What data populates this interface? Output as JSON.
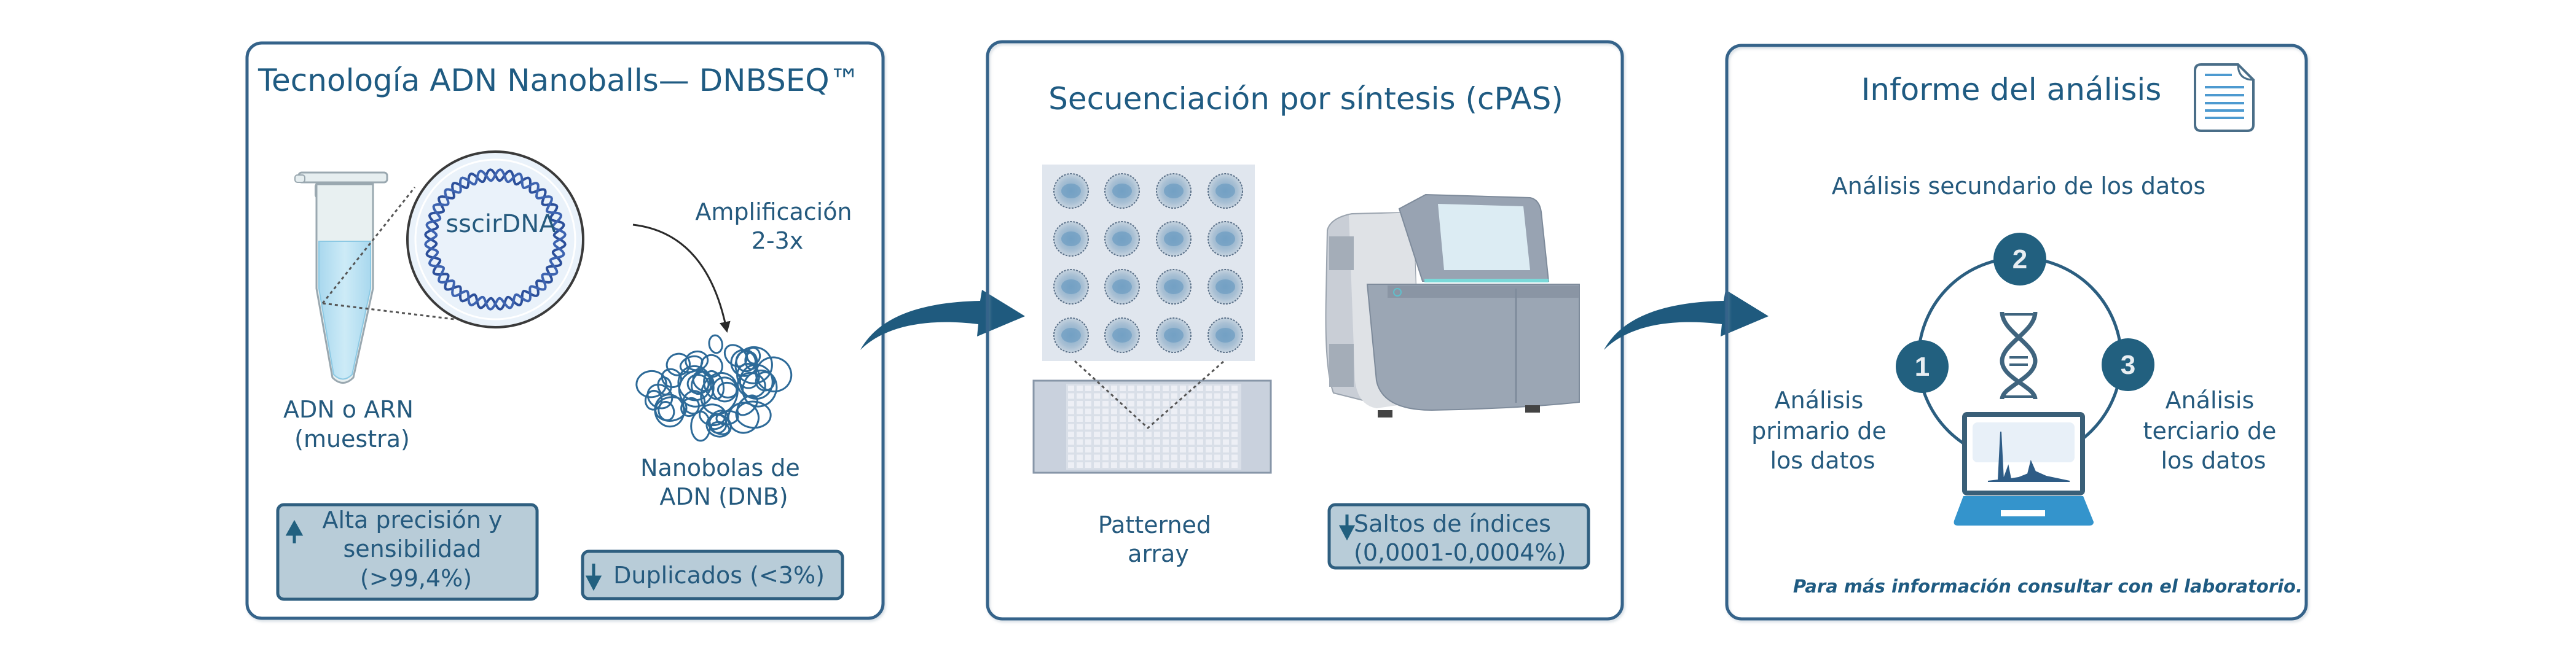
{
  "colors": {
    "panel_border": "#36648a",
    "title_text": "#1f5b82",
    "accent_dark": "#22607f",
    "box_fill": "#b8ccd8",
    "laptop_blue": "#3494cc",
    "tube_liquid": "#bfe3f3"
  },
  "panels": [
    {
      "title": "Tecnología ADN Nanoballs— DNBSEQ™",
      "sample_label": [
        "ADN o ARN",
        "(muestra)"
      ],
      "circle_label": "sscirDNA",
      "amplification_label": [
        "Amplificación",
        "2-3x"
      ],
      "nanoball_label": [
        "Nanobolas de",
        "ADN (DNB)"
      ],
      "boxes": [
        {
          "icon": "arrow-up-icon",
          "lines": [
            "Alta precisión y",
            "sensibilidad",
            "(>99,4%)"
          ]
        },
        {
          "icon": "arrow-down-icon",
          "lines": [
            "Duplicados (<3%)"
          ]
        }
      ]
    },
    {
      "title": "Secuenciación por síntesis (cPAS)",
      "array_label": [
        "Patterned",
        "array"
      ],
      "wells": {
        "rows": 4,
        "cols": 4
      },
      "boxes": [
        {
          "icon": "arrow-down-icon",
          "lines": [
            "Saltos de índices",
            "(0,0001-0,0004%)"
          ]
        }
      ]
    },
    {
      "title": "Informe del análisis",
      "steps": [
        {
          "number": "1",
          "label": [
            "Análisis",
            "primario de",
            "los datos"
          ]
        },
        {
          "number": "2",
          "label": [
            "Análisis secundario de los datos"
          ]
        },
        {
          "number": "3",
          "label": [
            "Análisis",
            "terciario de",
            "los datos"
          ]
        }
      ],
      "note": "Para más información consultar con el laboratorio."
    }
  ]
}
